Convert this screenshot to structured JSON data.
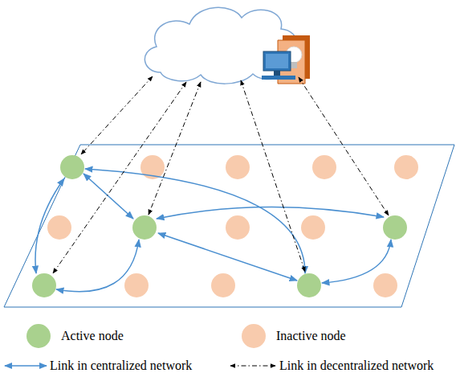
{
  "diagram": {
    "legend": [
      {
        "text": "Active node",
        "color": "#a9d18e"
      },
      {
        "text": "Inactive node",
        "color": "#f8cbad"
      },
      {
        "text": "Link in centralized network"
      },
      {
        "text": "Link in decentralized network"
      }
    ]
  }
}
